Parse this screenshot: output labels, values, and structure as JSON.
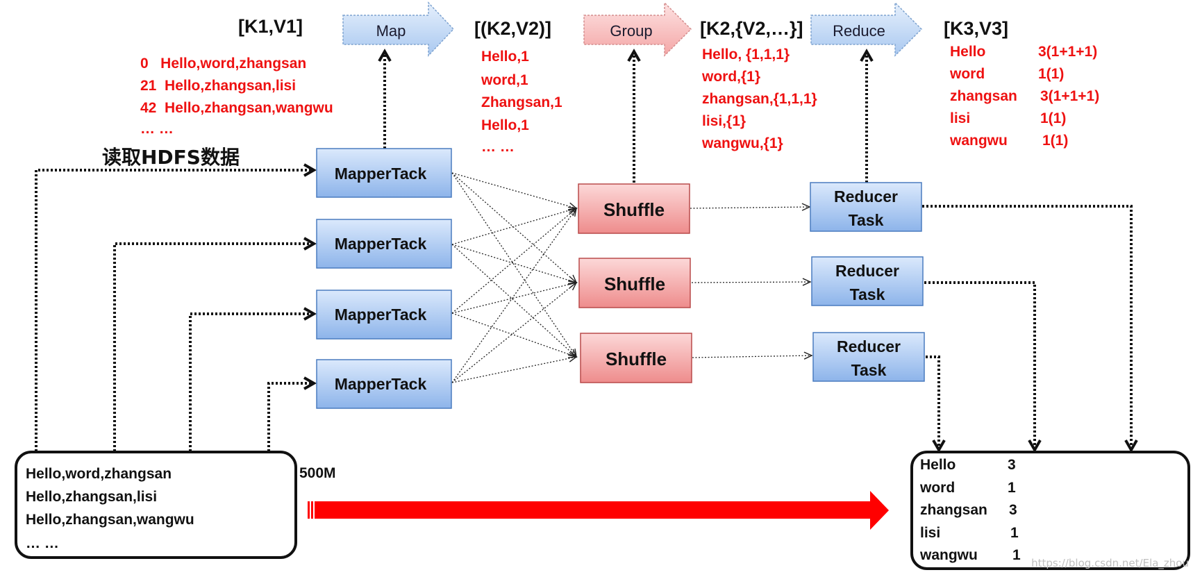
{
  "headers": {
    "k1v1": "[K1,V1]",
    "k2v2": "[(K2,V2)]",
    "k2list": "[K2,{V2,…}]",
    "k3v3": "[K3,V3]"
  },
  "stage_arrows": {
    "map": "Map",
    "group": "Group",
    "reduce": "Reduce"
  },
  "map_input_lines": [
    "0   Hello,word,zhangsan",
    "21  Hello,zhangsan,lisi",
    "42  Hello,zhangsan,wangwu",
    "… …"
  ],
  "map_output_lines": [
    "Hello,1",
    "word,1",
    "Zhangsan,1",
    "Hello,1",
    "… …"
  ],
  "group_output_lines": [
    "Hello, {1,1,1}",
    "word,{1}",
    "zhangsan,{1,1,1}",
    "lisi,{1}",
    "wangwu,{1}"
  ],
  "reduce_output": [
    {
      "key": "Hello",
      "value": "3(1+1+1)"
    },
    {
      "key": "word",
      "value": "1(1)"
    },
    {
      "key": "zhangsan",
      "value": "3(1+1+1)"
    },
    {
      "key": "lisi",
      "value": "1(1)"
    },
    {
      "key": "wangwu",
      "value": "1(1)"
    }
  ],
  "read_hdfs_label": "读取HDFS数据",
  "mapper_label": "MapperTack",
  "shuffle_label": "Shuffle",
  "reducer_label_line1": "Reducer",
  "reducer_label_line2": "Task",
  "input_file": {
    "lines": [
      "Hello,word,zhangsan",
      "Hello,zhangsan,lisi",
      "Hello,zhangsan,wangwu",
      "… …"
    ],
    "size_label": "500M"
  },
  "result_file": {
    "rows": [
      {
        "key": "Hello",
        "value": "3"
      },
      {
        "key": "word",
        "value": "1"
      },
      {
        "key": "zhangsan",
        "value": "3"
      },
      {
        "key": "lisi",
        "value": "1"
      },
      {
        "key": "wangwu",
        "value": "1"
      }
    ]
  },
  "watermark": "https://blog.csdn.net/Ela_zhou",
  "colors": {
    "red_text": "#ee1111",
    "mapper_fill_top": "#d6e6fb",
    "mapper_fill_bottom": "#8fb6ec",
    "shuffle_fill_top": "#fbd3d3",
    "shuffle_fill_bottom": "#ef8f8f",
    "big_arrow": "#ff0000"
  }
}
